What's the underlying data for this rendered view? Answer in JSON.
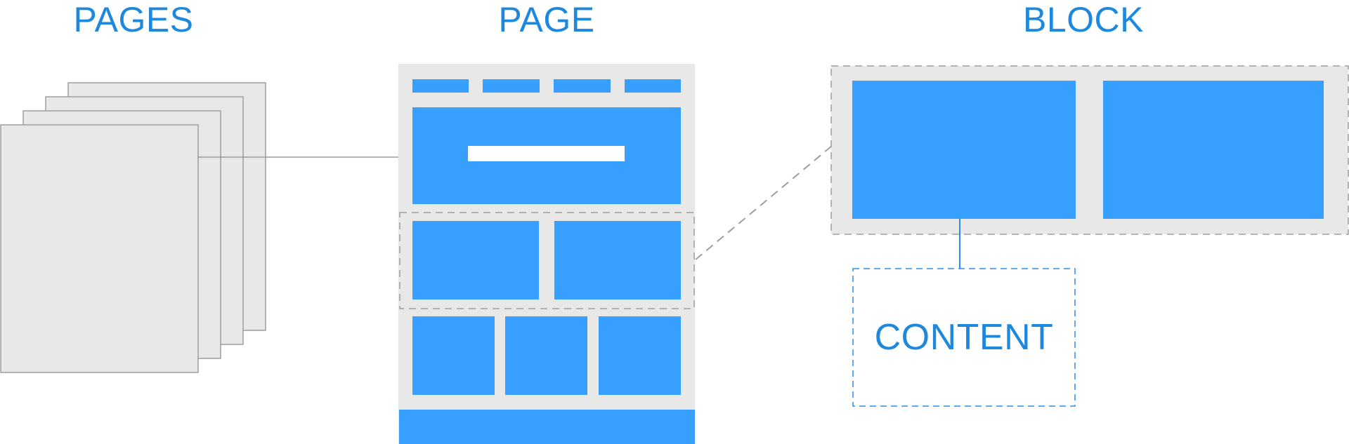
{
  "headings": {
    "pages": "PAGES",
    "page": "PAGE",
    "block": "BLOCK"
  },
  "content_label": "CONTENT",
  "colors": {
    "heading_text": "#1e88dd",
    "blue_block": "#37a0ff",
    "gray_panel": "#e8e8e8",
    "sheet_border": "#9e9e9e",
    "connector": "#9e9e9e",
    "dashed_gray": "#9e9e9e",
    "dashed_blue": "#2a8fe8",
    "background": "#ffffff"
  }
}
